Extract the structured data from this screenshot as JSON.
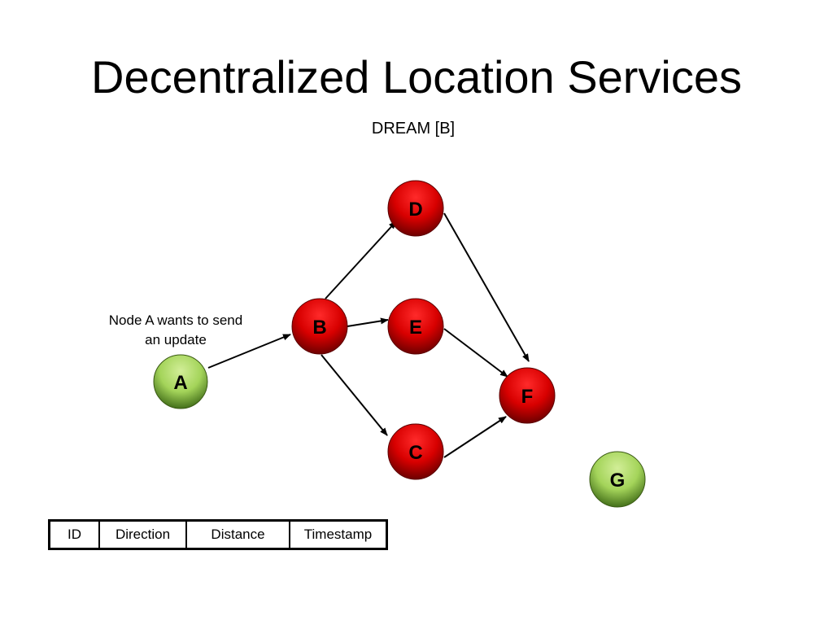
{
  "slide": {
    "title": "Decentralized Location Services",
    "subtitle": "DREAM [B]",
    "note": "Node A wants to send an update"
  },
  "nodes": [
    {
      "id": "A",
      "label": "A",
      "color": "green"
    },
    {
      "id": "B",
      "label": "B",
      "color": "red"
    },
    {
      "id": "C",
      "label": "C",
      "color": "red"
    },
    {
      "id": "D",
      "label": "D",
      "color": "red"
    },
    {
      "id": "E",
      "label": "E",
      "color": "red"
    },
    {
      "id": "F",
      "label": "F",
      "color": "red"
    },
    {
      "id": "G",
      "label": "G",
      "color": "green"
    }
  ],
  "edges": [
    {
      "from": "A",
      "to": "B"
    },
    {
      "from": "B",
      "to": "D"
    },
    {
      "from": "B",
      "to": "E"
    },
    {
      "from": "B",
      "to": "C"
    },
    {
      "from": "D",
      "to": "F"
    },
    {
      "from": "E",
      "to": "F"
    },
    {
      "from": "C",
      "to": "F"
    }
  ],
  "colors": {
    "red_node": "#e00000",
    "red_node_dark": "#7a0000",
    "green_node": "#b5dd6a",
    "green_node_dark": "#4e7a1c",
    "edge": "#000000"
  },
  "record_table": {
    "columns": [
      "ID",
      "Direction",
      "Distance",
      "Timestamp"
    ]
  }
}
